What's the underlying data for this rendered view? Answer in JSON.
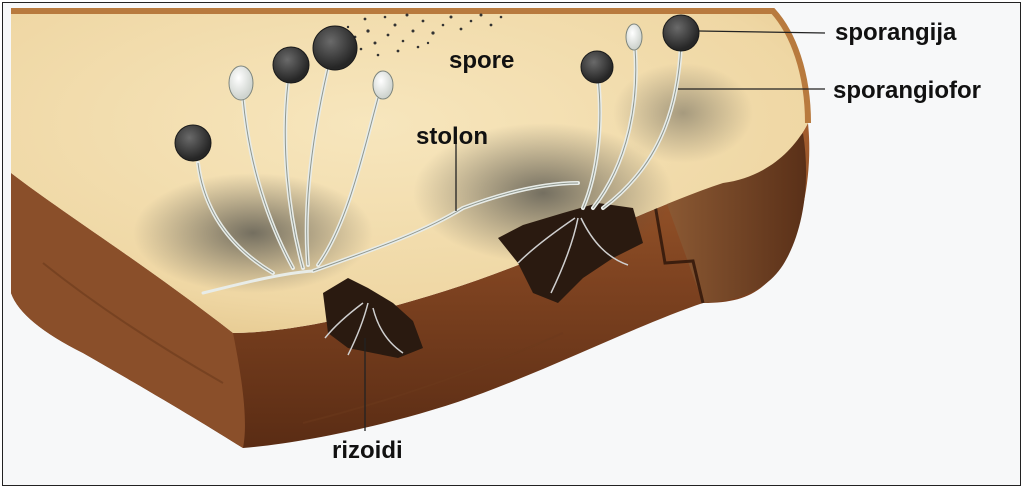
{
  "labels": {
    "sporangija": "sporangija",
    "sporangiofor": "sporangiofor",
    "spore": "spore",
    "stolon": "stolon",
    "rizoidi": "rizoidi"
  },
  "colors": {
    "bread_crumb": "#f1dcab",
    "bread_crust": "#8a4a22",
    "crust_dark": "#5e2d14",
    "hypha": "#e6ebe6",
    "sporangium": "#3a3a3a",
    "text": "#111111"
  }
}
